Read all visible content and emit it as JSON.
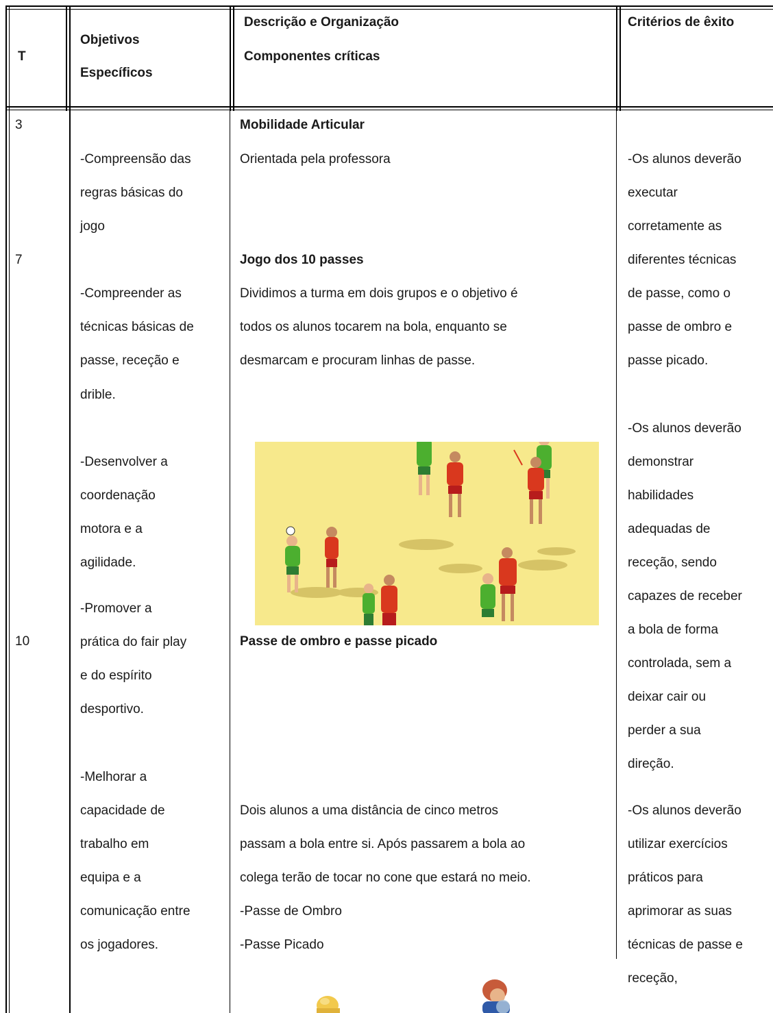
{
  "headers": {
    "t": "T",
    "objectives": [
      "Objetivos",
      "Específicos"
    ],
    "description": [
      "Descrição e Organização",
      "Componentes críticas"
    ],
    "criteria": "Critérios de êxito"
  },
  "time_values": [
    "3",
    "7",
    "10"
  ],
  "objectives_lines": [
    "-Compreensão das",
    "regras básicas do",
    "jogo",
    "-Compreender as",
    "técnicas básicas de",
    "passe, receção e",
    "drible.",
    "-Desenvolver a",
    "coordenação",
    "motora e a",
    "agilidade.",
    "-Promover a",
    "prática do fair play",
    "e do espírito",
    "desportivo.",
    "-Melhorar a",
    "capacidade de",
    "trabalho em",
    "equipa e a",
    "comunicação entre",
    "os jogadores."
  ],
  "description_lines": [
    "Mobilidade Articular",
    "Orientada pela professora",
    "Jogo dos 10 passes",
    "Dividimos a turma em dois grupos e o objetivo é",
    "todos os alunos tocarem na bola, enquanto se",
    "desmarcam e procuram linhas de passe.",
    "Passe de ombro e passe picado",
    "Dois alunos a uma distância de cinco metros",
    "passam a bola entre si. Após passarem a bola ao",
    "colega terão de tocar no cone que estará no meio.",
    "-Passe de Ombro",
    "-Passe Picado"
  ],
  "criteria_lines": [
    "-Os alunos deverão",
    "executar",
    "corretamente as",
    "diferentes técnicas",
    "de passe, como o",
    "passe de ombro e",
    "passe picado.",
    "-Os alunos deverão",
    "demonstrar",
    "habilidades",
    "adequadas de",
    "receção, sendo",
    "capazes de receber",
    "a bola de forma",
    "controlada, sem a",
    "deixar cair ou",
    "perder a sua",
    "direção.",
    "-Os alunos deverão",
    "utilizar exercícios",
    "práticos para",
    "aprimorar as suas",
    "técnicas de passe e",
    "receção,"
  ],
  "colors": {
    "court": "#f7e98c",
    "green_team": "#4caf2f",
    "red_team": "#d9381e"
  }
}
